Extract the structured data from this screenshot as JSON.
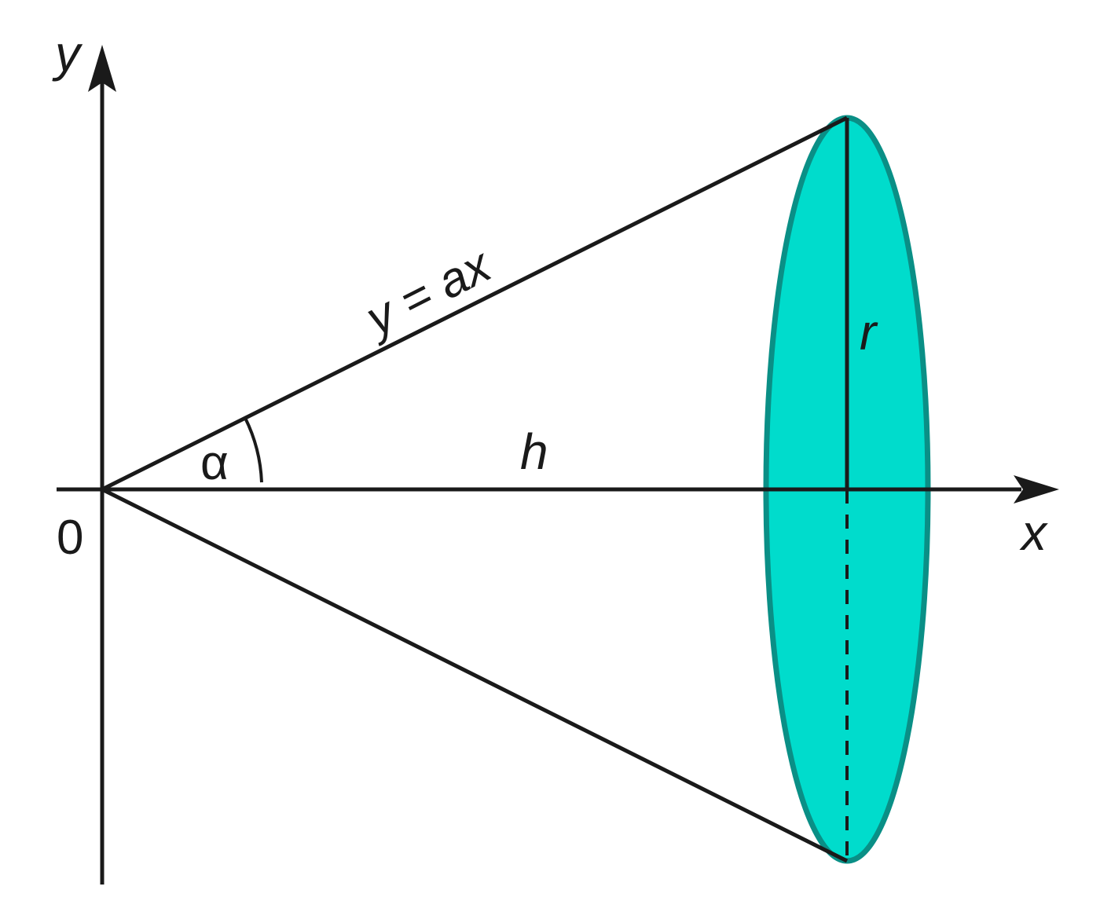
{
  "diagram": {
    "labels": {
      "y_axis": "y",
      "x_axis": "x",
      "origin": "0",
      "line_equation": "y = ax",
      "angle": "α",
      "height": "h",
      "radius": "r"
    },
    "colors": {
      "stroke": "#1a1a1a",
      "disk_fill": "#00dccc",
      "disk_edge": "#0a8f86"
    }
  }
}
